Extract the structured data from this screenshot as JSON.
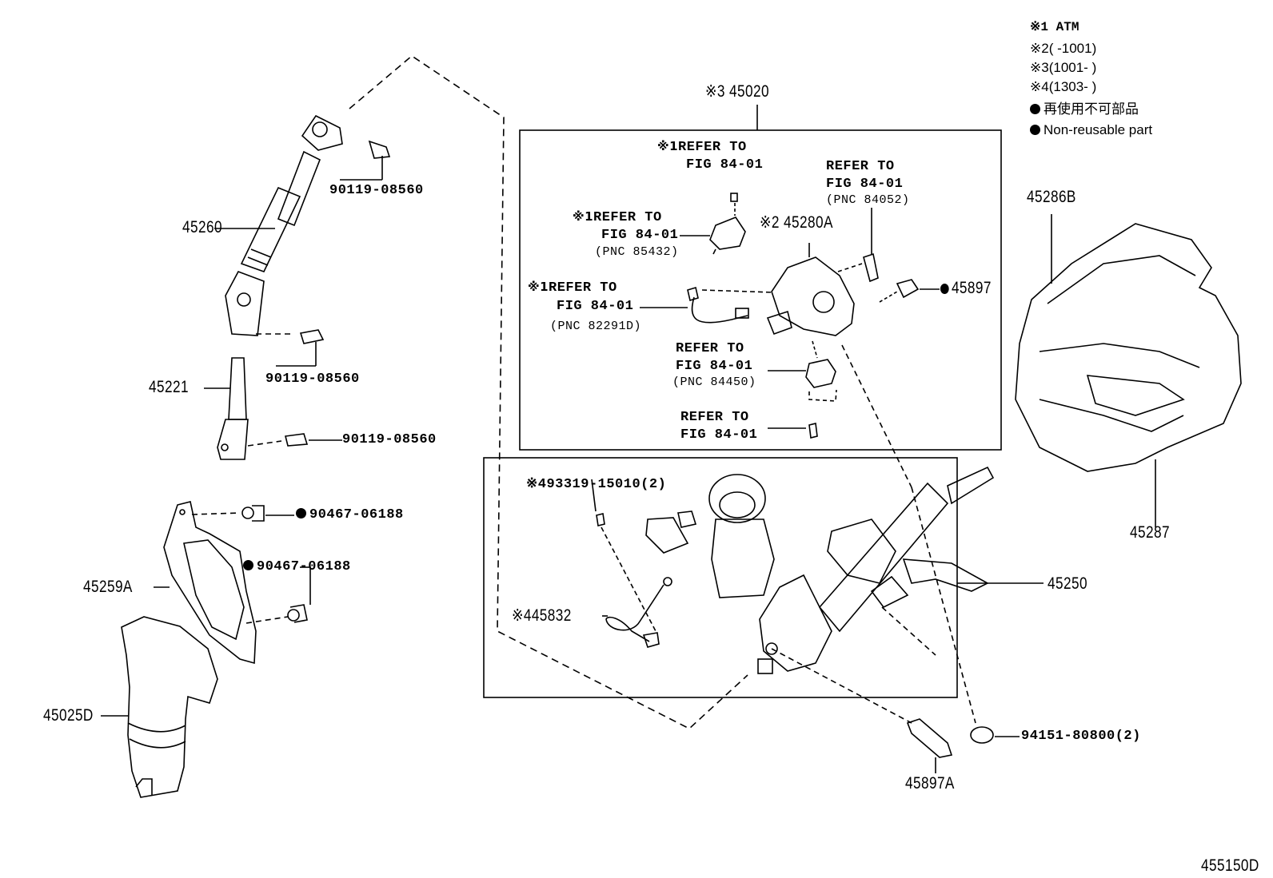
{
  "legend": {
    "atm": "※1 ATM",
    "note2": "※2(    -1001)",
    "note3": "※3(1001-    )",
    "note4": "※4(1303-    )",
    "nonreusable_jp": "再使用不可部品",
    "nonreusable_en": "Non-reusable part"
  },
  "labels": {
    "p45020": "※3 45020",
    "p45260": "45260",
    "p90119_a": "90119-08560",
    "p90119_b": "90119-08560",
    "p90119_c": "90119-08560",
    "p45221": "45221",
    "p90467_a": "90467-06188",
    "p90467_b": "90467-06188",
    "p45259a": "45259A",
    "p45025d": "45025D",
    "p45280a": "※2 45280A",
    "p45897": "45897",
    "p493319": "※493319-15010(2)",
    "p445832": "※445832",
    "p45250": "45250",
    "p45897a": "45897A",
    "p94151": "94151-80800(2)",
    "p45286b": "45286B",
    "p45287": "45287",
    "fig_code": "455150D"
  },
  "refs": {
    "r1_mark": "※1",
    "r1_l1": "REFER TO",
    "r1_l2": "FIG 84-01",
    "r2_l1": "REFER TO",
    "r2_l2": "FIG 84-01",
    "r2_pnc": "(PNC 84052)",
    "r3_mark": "※1",
    "r3_l1": "REFER TO",
    "r3_l2": "FIG 84-01",
    "r3_pnc": "(PNC 85432)",
    "r4_mark": "※1",
    "r4_l1": "REFER TO",
    "r4_l2": "FIG 84-01",
    "r4_pnc": "(PNC 82291D)",
    "r5_l1": "REFER TO",
    "r5_l2": "FIG 84-01",
    "r5_pnc": "(PNC 84450)",
    "r6_l1": "REFER TO",
    "r6_l2": "FIG 84-01"
  }
}
